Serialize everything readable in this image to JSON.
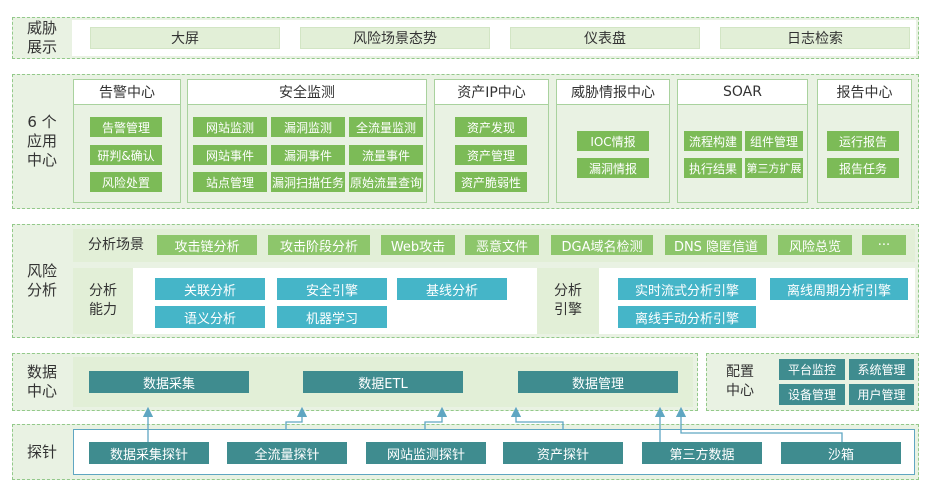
{
  "threat_display": {
    "label": "威胁\n展示",
    "items": [
      "大屏",
      "风险场景态势",
      "仪表盘",
      "日志检索"
    ]
  },
  "app_centers": {
    "label": "6 个\n应用\n中心",
    "groups": [
      {
        "title": "告警中心",
        "items": [
          "告警管理",
          "研判&确认",
          "风险处置"
        ]
      },
      {
        "title": "安全监测",
        "items": [
          "网站监测",
          "漏洞监测",
          "全流量监测",
          "网站事件",
          "漏洞事件",
          "流量事件",
          "站点管理",
          "漏洞扫描任务",
          "原始流量查询"
        ]
      },
      {
        "title": "资产IP中心",
        "items": [
          "资产发现",
          "资产管理",
          "资产脆弱性"
        ]
      },
      {
        "title": "威胁情报中心",
        "items": [
          "IOC情报",
          "漏洞情报"
        ]
      },
      {
        "title": "SOAR",
        "items": [
          "流程构建",
          "组件管理",
          "执行结果",
          "第三方扩展"
        ]
      },
      {
        "title": "报告中心",
        "items": [
          "运行报告",
          "报告任务"
        ]
      }
    ]
  },
  "risk_analysis": {
    "label": "风险\n分析",
    "scenes_label": "分析场景",
    "scenes": [
      "攻击链分析",
      "攻击阶段分析",
      "Web攻击",
      "恶意文件",
      "DGA域名检测",
      "DNS 隐匿信道",
      "风险总览",
      "···"
    ],
    "capability_label": "分析\n能力",
    "capabilities": [
      "关联分析",
      "安全引擎",
      "基线分析",
      "语义分析",
      "机器学习"
    ],
    "engine_label": "分析\n引擎",
    "engines": [
      "实时流式分析引擎",
      "离线周期分析引擎",
      "离线手动分析引擎"
    ]
  },
  "data_center": {
    "label": "数据\n中心",
    "items": [
      "数据采集",
      "数据ETL",
      "数据管理"
    ]
  },
  "config_center": {
    "label": "配置\n中心",
    "items": [
      "平台监控",
      "系统管理",
      "设备管理",
      "用户管理"
    ]
  },
  "probes": {
    "label": "探针",
    "items": [
      "数据采集探针",
      "全流量探针",
      "网站监测探针",
      "资产探针",
      "第三方数据",
      "沙箱"
    ]
  }
}
